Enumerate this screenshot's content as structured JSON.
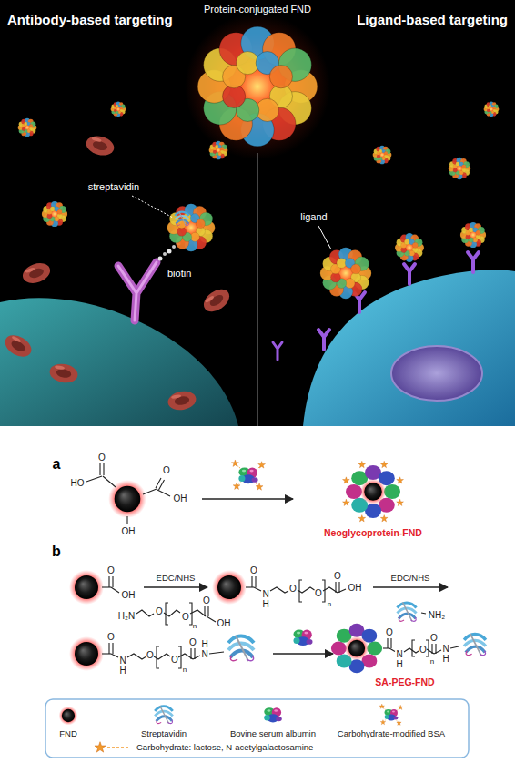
{
  "diagram": {
    "labels": [
      "Protein-conjugated FND",
      "Antibody-based targeting",
      "Ligand-based targeting",
      "streptavidin",
      "biotin",
      "ligand",
      "a",
      "HO",
      "O",
      "O",
      "OH",
      "OH",
      "Neoglycoprotein-FND",
      "b",
      "O",
      "OH",
      "EDC/NHS",
      "H₂N",
      "O",
      "O",
      "n",
      "O",
      "OH",
      "O",
      "N",
      "H",
      "O",
      "O",
      "n",
      "O",
      "OH",
      "EDC/NHS",
      "NH₂",
      "O",
      "N",
      "H",
      "O",
      "O",
      "n",
      "O",
      "N",
      "H",
      "O",
      "N",
      "H",
      "O",
      "n",
      "O",
      "N",
      "H",
      "SA-PEG-FND"
    ],
    "legend": [
      {
        "text": "FND"
      },
      {
        "text": "Streptavidin"
      },
      {
        "text": "Bovine serum albumin"
      },
      {
        "text": "Carbohydrate-modified BSA"
      },
      {
        "text": "Carbohydrate: lactose, N-acetylgalactosamine"
      }
    ]
  }
}
